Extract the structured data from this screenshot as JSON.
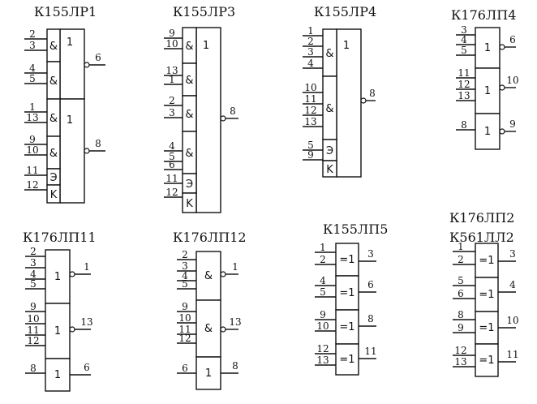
{
  "chips": [
    {
      "id": "k155lr1",
      "title": "К155ЛР1",
      "title2": "",
      "main_sym": "1",
      "sections": [
        {
          "sym": "1",
          "groups": [
            {
              "sym": "&",
              "pins": [
                "2",
                "3"
              ]
            },
            {
              "sym": "&",
              "pins": [
                "4",
                "5"
              ]
            }
          ],
          "out": "6"
        },
        {
          "sym": "1",
          "groups": [
            {
              "sym": "&",
              "pins": [
                "1",
                "13"
              ]
            },
            {
              "sym": "&",
              "pins": [
                "9",
                "10"
              ]
            },
            {
              "sym": "Э",
              "pins": [
                "11"
              ]
            },
            {
              "sym": "K",
              "pins": [
                "12"
              ]
            }
          ],
          "out": "8"
        }
      ]
    },
    {
      "id": "k155lr3",
      "title": "К155ЛР3",
      "title2": "",
      "main_sym": "1",
      "sections": [
        {
          "sym": "1",
          "groups": [
            {
              "sym": "&",
              "pins": [
                "9",
                "10"
              ]
            },
            {
              "sym": "&",
              "pins": [
                "13",
                "1"
              ]
            },
            {
              "sym": "&",
              "pins": [
                "2",
                "3"
              ]
            },
            {
              "sym": "&",
              "pins": [
                "4",
                "5",
                "6"
              ]
            },
            {
              "sym": "Э",
              "pins": [
                "11"
              ]
            },
            {
              "sym": "K",
              "pins": [
                "12"
              ]
            }
          ],
          "out": "8"
        }
      ]
    },
    {
      "id": "k155lr4",
      "title": "К155ЛР4",
      "title2": "",
      "main_sym": "1",
      "sections": [
        {
          "sym": "1",
          "groups": [
            {
              "sym": "&",
              "pins": [
                "1",
                "2",
                "3",
                "4"
              ]
            },
            {
              "sym": "&",
              "pins": [
                "10",
                "11",
                "12",
                "13"
              ]
            },
            {
              "sym": "Э",
              "pins": [
                "5"
              ]
            },
            {
              "sym": "K",
              "pins": [
                "9"
              ]
            }
          ],
          "out": "8"
        }
      ]
    },
    {
      "id": "k176lp4",
      "title": "К176ЛП4",
      "title2": "",
      "gates": [
        {
          "sym": "1",
          "pins": [
            "3",
            "4",
            "5"
          ],
          "out": "6"
        },
        {
          "sym": "1",
          "pins": [
            "11",
            "12",
            "13"
          ],
          "out": "10"
        },
        {
          "sym": "1",
          "pins": [
            "8"
          ],
          "out": "9"
        }
      ]
    },
    {
      "id": "k176lp11",
      "title": "К176ЛП11",
      "title2": "",
      "gates": [
        {
          "sym": "1",
          "pins": [
            "2",
            "3",
            "4",
            "5"
          ],
          "out": "1"
        },
        {
          "sym": "1",
          "pins": [
            "9",
            "10",
            "11",
            "12"
          ],
          "out": "13"
        },
        {
          "sym": "1",
          "pins": [
            "8"
          ],
          "out": "6"
        }
      ]
    },
    {
      "id": "k176lp12",
      "title": "К176ЛП12",
      "title2": "",
      "gates": [
        {
          "sym": "&",
          "pins": [
            "2",
            "3",
            "4",
            "5"
          ],
          "out": "1"
        },
        {
          "sym": "&",
          "pins": [
            "9",
            "10",
            "11",
            "12"
          ],
          "out": "13"
        },
        {
          "sym": "1",
          "pins": [
            "6"
          ],
          "out": "8"
        }
      ]
    },
    {
      "id": "k155lp5",
      "title": "К155ЛП5",
      "title2": "",
      "gates": [
        {
          "sym": "=1",
          "pins": [
            "1",
            "2"
          ],
          "out": "3"
        },
        {
          "sym": "=1",
          "pins": [
            "4",
            "5"
          ],
          "out": "6"
        },
        {
          "sym": "=1",
          "pins": [
            "9",
            "10"
          ],
          "out": "8"
        },
        {
          "sym": "=1",
          "pins": [
            "12",
            "13"
          ],
          "out": "11"
        }
      ]
    },
    {
      "id": "k176lp2",
      "title": "К176ЛП2",
      "title2": "К561ЛЛ2",
      "gates": [
        {
          "sym": "=1",
          "pins": [
            "1",
            "2"
          ],
          "out": "3"
        },
        {
          "sym": "=1",
          "pins": [
            "5",
            "6"
          ],
          "out": "4"
        },
        {
          "sym": "=1",
          "pins": [
            "8",
            "9"
          ],
          "out": "10"
        },
        {
          "sym": "=1",
          "pins": [
            "12",
            "13"
          ],
          "out": "11"
        }
      ]
    }
  ]
}
